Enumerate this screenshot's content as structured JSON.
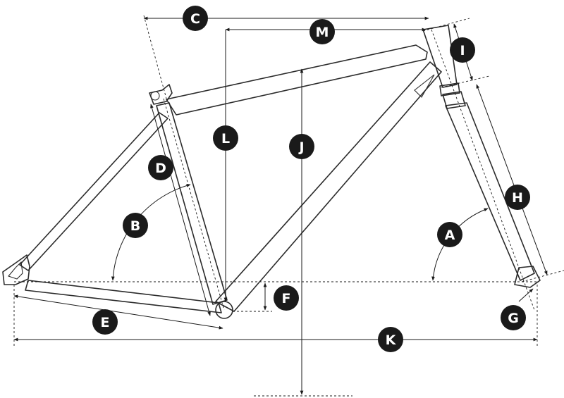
{
  "labels": {
    "a": "A",
    "b": "B",
    "c": "C",
    "d": "D",
    "e": "E",
    "f": "F",
    "g": "G",
    "h": "H",
    "i": "I",
    "j": "J",
    "k": "K",
    "l": "L",
    "m": "M"
  },
  "colors": {
    "ink": "#1a1a1a",
    "frame": "#2b2b2b",
    "badge_text": "#ffffff",
    "background": "#ffffff"
  }
}
